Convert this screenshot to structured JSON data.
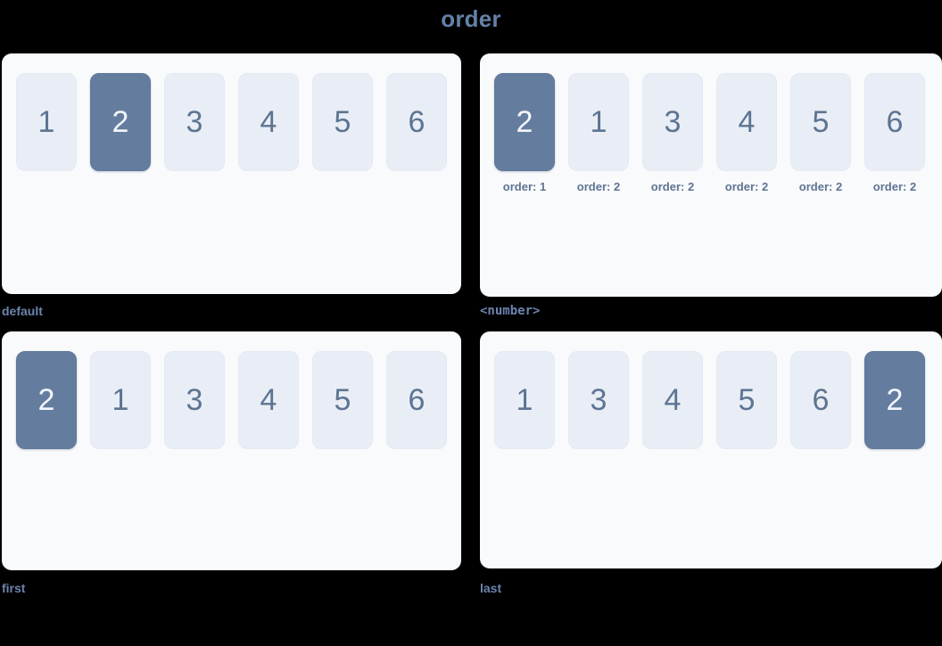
{
  "title": "order",
  "colors": {
    "background": "#000000",
    "panel": "#f9fafc",
    "cell": "#e9eef6",
    "cell_text": "#5d7492",
    "active_cell": "#647d9f",
    "active_cell_text": "#f2f5f9",
    "caption": "#6b84ad",
    "title": "#6480a6"
  },
  "panels": [
    {
      "caption": "default",
      "items": [
        {
          "label": "1",
          "active": false,
          "order": null
        },
        {
          "label": "2",
          "active": true,
          "order": null
        },
        {
          "label": "3",
          "active": false,
          "order": null
        },
        {
          "label": "4",
          "active": false,
          "order": null
        },
        {
          "label": "5",
          "active": false,
          "order": null
        },
        {
          "label": "6",
          "active": false,
          "order": null
        }
      ]
    },
    {
      "caption": "<number>",
      "items": [
        {
          "label": "2",
          "active": true,
          "order": "order: 1"
        },
        {
          "label": "1",
          "active": false,
          "order": "order: 2"
        },
        {
          "label": "3",
          "active": false,
          "order": "order: 2"
        },
        {
          "label": "4",
          "active": false,
          "order": "order: 2"
        },
        {
          "label": "5",
          "active": false,
          "order": "order: 2"
        },
        {
          "label": "6",
          "active": false,
          "order": "order: 2"
        }
      ]
    },
    {
      "caption": "first",
      "items": [
        {
          "label": "2",
          "active": true,
          "order": null
        },
        {
          "label": "1",
          "active": false,
          "order": null
        },
        {
          "label": "3",
          "active": false,
          "order": null
        },
        {
          "label": "4",
          "active": false,
          "order": null
        },
        {
          "label": "5",
          "active": false,
          "order": null
        },
        {
          "label": "6",
          "active": false,
          "order": null
        }
      ]
    },
    {
      "caption": "last",
      "items": [
        {
          "label": "1",
          "active": false,
          "order": null
        },
        {
          "label": "3",
          "active": false,
          "order": null
        },
        {
          "label": "4",
          "active": false,
          "order": null
        },
        {
          "label": "5",
          "active": false,
          "order": null
        },
        {
          "label": "6",
          "active": false,
          "order": null
        },
        {
          "label": "2",
          "active": true,
          "order": null
        }
      ]
    }
  ]
}
